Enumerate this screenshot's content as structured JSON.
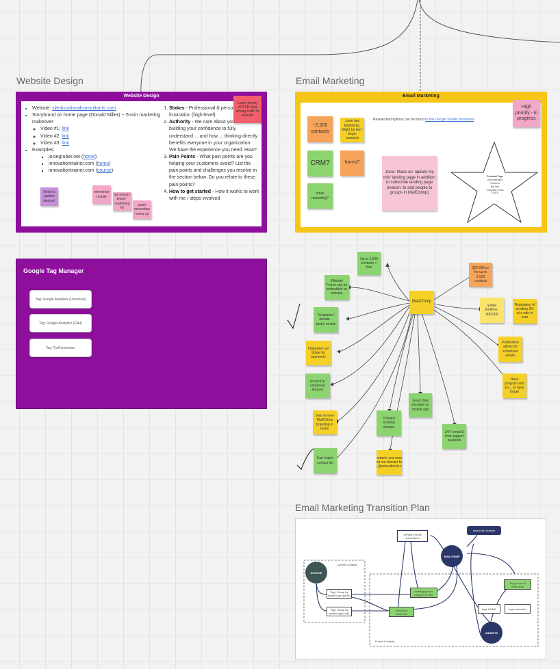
{
  "sections": {
    "website_design": "Website Design",
    "email_marketing": "Email Marketing",
    "transition_plan": "Email Marketing Transition Plan"
  },
  "website_design": {
    "header": "Website Design",
    "website_label": "Website: ",
    "website_link": "sjleducationalconsultants.com",
    "storybrand": "Storybrand on home page (Donald Miller) -- 5-min marketing makeover",
    "videos": [
      {
        "label": "Video #1: ",
        "link": "link"
      },
      {
        "label": "Video #2: ",
        "link": "link"
      },
      {
        "label": "Video #3: ",
        "link": "link"
      }
    ],
    "examples_label": "Examples:",
    "examples": [
      {
        "site": "josiegruber.net (",
        "link": "home",
        "end": ")"
      },
      {
        "site": "innovationtrainer.com (",
        "link": "home",
        "end": ")"
      },
      {
        "site": "innovationtrainer.com (",
        "link": "course",
        "end": ")"
      }
    ],
    "steps": [
      {
        "title": "Stakes",
        "text": " - Professional & personal frustration (high-level)"
      },
      {
        "title": "Authority",
        "text": " - We care about you. We LOVE building your confidence to fully understand ... and how ... thinking directly benefits everyone in your organization. We have the experience you need. How?"
      },
      {
        "title": "Pain Points",
        "text": " - What pain points are you helping your customers avoid? List the pain points and challenges you resolve in the section below. Do you relate to these pain points?"
      },
      {
        "title": "How to get started",
        "text": " - How it works to work with me / steps involved"
      }
    ],
    "stickies": {
      "red": "Lower priority AFTER blog driving traffic to website",
      "violet": "Need to update favicon!",
      "pink1": "elementor mobile",
      "pink2": "secondary brand - marketing kit",
      "pink3": "push secondary menu up"
    }
  },
  "email_marketing": {
    "header": "Email Marketing",
    "note_prefix": "Researched options can be found ",
    "note_link": "in this Google Sheets document",
    "note_suffix": ".",
    "stickies": {
      "contacts": "~2,000 contacts",
      "yellow_small": "Josie has Mailchimp. Might be her / begin research",
      "crm": "CRM?",
      "forms": "forms?",
      "email_marketing": "email marketing?",
      "josie": "Josie: Make an 'update my info' landing page in addition to subscribe landing page (reason: to add people to groups in MailChimp)",
      "priority": "High priority - in progress"
    },
    "star": {
      "title": "Potential Tags",
      "items": [
        "Administration",
        "Teachers",
        "Big Tent",
        "Customer Areas",
        "TESOL"
      ]
    }
  },
  "gtm": {
    "title": "Google Tag Manager",
    "tags": [
      "Tag: Google Analytics (Universal)",
      "Tag: Google Analytics (GA4)",
      "Tag: TruConversion"
    ]
  },
  "mailchimp_map": {
    "center": "MailChimp",
    "nodes": [
      "Up to 2,000 contacts = free",
      "Website Forms can be embedded on website",
      "Templates / dunabl... pretty emails",
      "Integration w/ Stripe for payments",
      "Recent to unopened feature!",
      "Get remove MailChimp branding in footer",
      "Can import contact list",
      "Connect existing domain",
      "Important: you need to send out domain from SJL@educational.com",
      "Good data visualise on mobile app",
      "24/7 email & chat support available",
      "$20.99/mo for up to 2,500 contacts",
      "Email limit/mo: 500,000",
      "Reputation of sending 3% at a rate in max",
      "Publication allows for scheduled emails",
      "Have program add ins... to have forget"
    ]
  },
  "transition": {
    "labels": {
      "import": "Import all contacts",
      "mailchimp": "MAILCHIMP",
      "current": "Current Contacts",
      "future": "Future Contacts",
      "source": "SOURCE",
      "website": "WEBSITE",
      "top_box": "all future email subscribers",
      "groups": "Tag groups in mailchimp",
      "group1": "Tag / Group by system (gm,guide)",
      "group2": "Tag / Group by system (gm,pub)",
      "green1": "existing groups mapped to new",
      "green2": "mailchimp subscribe",
      "home": "logs HOME",
      "subscribe": "logs subscribe"
    }
  },
  "colors": {
    "purple": "#8e0f9c",
    "gold": "#f5c518",
    "navy": "#2b3668",
    "slate": "#3d5555"
  }
}
